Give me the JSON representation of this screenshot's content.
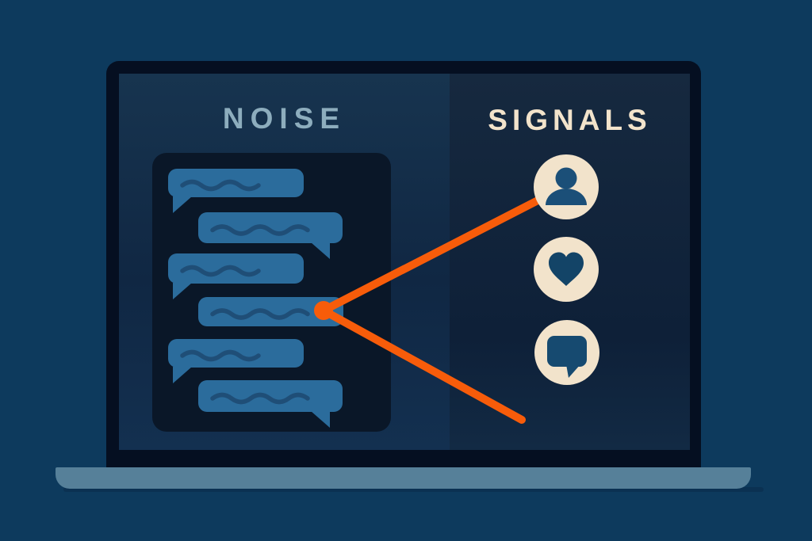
{
  "illustration_title": "Noise vs Signals laptop illustration",
  "noise_panel": {
    "title": "NOISE",
    "bubbles": [
      {
        "name": "chat-bubble-1",
        "tail": "left",
        "highlighted": false
      },
      {
        "name": "chat-bubble-2",
        "tail": "right",
        "highlighted": false
      },
      {
        "name": "chat-bubble-3",
        "tail": "left",
        "highlighted": false
      },
      {
        "name": "chat-bubble-4",
        "tail": "none",
        "highlighted": true
      },
      {
        "name": "chat-bubble-5",
        "tail": "left",
        "highlighted": false
      },
      {
        "name": "chat-bubble-6",
        "tail": "right",
        "highlighted": false
      }
    ]
  },
  "signals_panel": {
    "title": "SIGNALS",
    "items": [
      {
        "icon": "user-icon"
      },
      {
        "icon": "heart-icon"
      },
      {
        "icon": "comment-icon"
      }
    ]
  },
  "colors": {
    "background": "#0d3a5d",
    "laptop_bezel": "#050f21",
    "screen_left": "#13304c",
    "screen_right": "#122741",
    "chat_panel": "#0a1728",
    "bubble": "#2b6c9c",
    "bubble_wave": "#1f4e77",
    "accent_orange": "#f75c0a",
    "icon_circle": "#f2e3cb",
    "icon_glyph": "#164a70",
    "noise_title_text": "#8dadbd",
    "signals_title_text": "#f2e3cb",
    "laptop_base": "#568099"
  }
}
